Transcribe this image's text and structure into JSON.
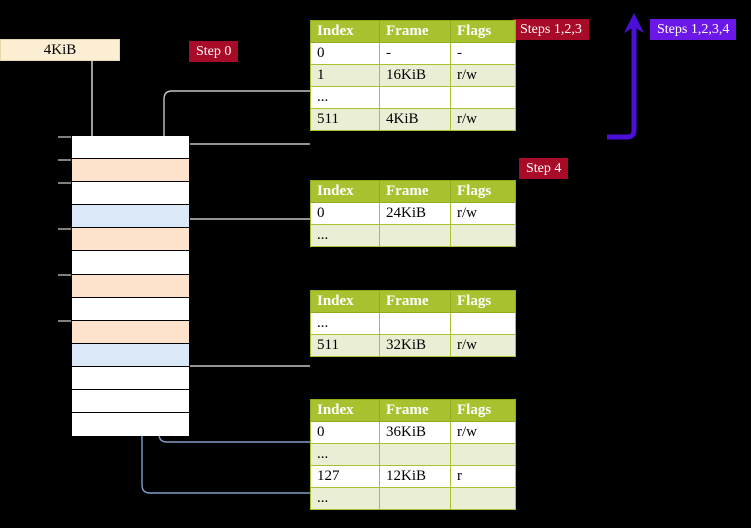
{
  "diagram": {
    "title_box": {
      "label": "4KiB"
    },
    "badges": [
      {
        "id": "step0",
        "label": "Step 0",
        "color": "#a80b27"
      },
      {
        "id": "step4",
        "label": "Step 4",
        "color": "#a80b27"
      },
      {
        "id": "steps123",
        "label": "Steps 1,2,3",
        "color": "#a80b27"
      },
      {
        "id": "steps1234",
        "label": "Steps 1,2,3,4",
        "color": "#6a17e8"
      }
    ],
    "columns": [
      "Index",
      "Frame",
      "Flags"
    ],
    "tables": [
      {
        "name": "page-table-level-0",
        "rows": [
          {
            "index": "0",
            "frame": "-",
            "flags": "-",
            "shade": "odd",
            "highlight": false
          },
          {
            "index": "1",
            "frame": "16KiB",
            "flags": "r/w",
            "shade": "even",
            "highlight": false
          },
          {
            "index": "...",
            "frame": "",
            "flags": "",
            "shade": "odd",
            "highlight": false
          },
          {
            "index": "511",
            "frame": "4KiB",
            "flags": "r/w",
            "shade": "even",
            "highlight": true
          }
        ]
      },
      {
        "name": "page-table-level-1",
        "rows": [
          {
            "index": "0",
            "frame": "24KiB",
            "flags": "r/w",
            "shade": "odd",
            "highlight": false
          },
          {
            "index": "...",
            "frame": "",
            "flags": "",
            "shade": "even",
            "highlight": false
          }
        ]
      },
      {
        "name": "page-table-level-2",
        "rows": [
          {
            "index": "...",
            "frame": "",
            "flags": "",
            "shade": "odd",
            "highlight": false
          },
          {
            "index": "511",
            "frame": "32KiB",
            "flags": "r/w",
            "shade": "even",
            "highlight": false
          }
        ]
      },
      {
        "name": "page-table-level-3",
        "rows": [
          {
            "index": "0",
            "frame": "36KiB",
            "flags": "r/w",
            "shade": "odd",
            "highlight": false
          },
          {
            "index": "...",
            "frame": "",
            "flags": "",
            "shade": "even",
            "highlight": false
          },
          {
            "index": "127",
            "frame": "12KiB",
            "flags": "r",
            "shade": "odd",
            "highlight": false
          },
          {
            "index": "...",
            "frame": "",
            "flags": "",
            "shade": "even",
            "highlight": false
          }
        ]
      }
    ],
    "memory": {
      "name": "physical-memory-column",
      "cells": [
        {
          "fill": "c-white"
        },
        {
          "fill": "c-peach"
        },
        {
          "fill": "c-white"
        },
        {
          "fill": "c-blue"
        },
        {
          "fill": "c-peach"
        },
        {
          "fill": "c-white"
        },
        {
          "fill": "c-peach"
        },
        {
          "fill": "c-white"
        },
        {
          "fill": "c-peach"
        },
        {
          "fill": "c-blue"
        },
        {
          "fill": "c-white"
        },
        {
          "fill": "c-white"
        },
        {
          "fill": "c-white"
        }
      ]
    },
    "colors": {
      "background": "#000000",
      "table_header": "#a7c22e",
      "table_row_even": "#e9eed4",
      "table_row_odd": "#ffffff",
      "highlight": "#fcfca0",
      "memory_peach": "#fde3cc",
      "memory_blue": "#dbe8f7",
      "connector_gray": "#bbbbbb",
      "connector_blue": "#7f9fc9",
      "arrow_violet": "#4b0fd8",
      "kib_box": "#fbeed2"
    }
  }
}
